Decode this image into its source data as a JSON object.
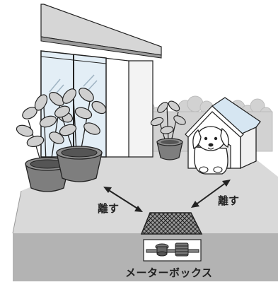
{
  "labels": {
    "keep_away_left": "離す",
    "keep_away_right": "離す",
    "meter_box": "メーターボックス"
  },
  "colors": {
    "ground": "#d9d9d9",
    "ground_front": "#b3b3b3",
    "wall": "#ffffff",
    "roof": "#d6d6d6",
    "glass": "#e3eef6",
    "pot": "#8e8e8e",
    "leaf": "#cfcfcf",
    "outline": "#222222"
  }
}
